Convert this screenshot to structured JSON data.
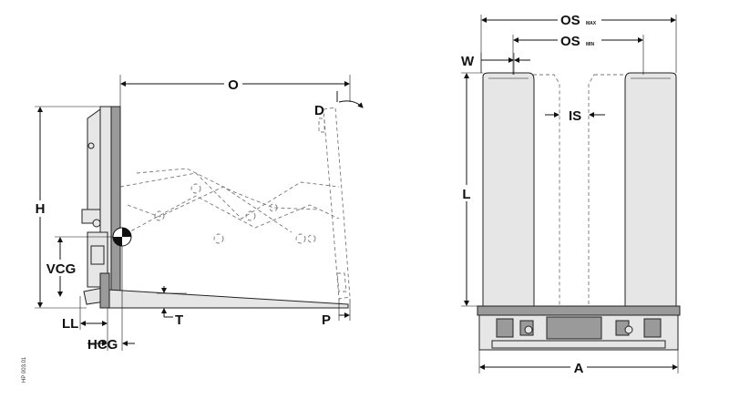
{
  "labels": {
    "O": "O",
    "D": "D",
    "H": "H",
    "VCG": "VCG",
    "LL": "LL",
    "HCG": "HCG",
    "T": "T",
    "P": "P",
    "OS_max": "OS",
    "OS_max_sub": "MAX",
    "OS_min": "OS",
    "OS_min_sub": "MIN",
    "W": "W",
    "IS": "IS",
    "L": "L",
    "A": "A"
  },
  "drawing_code": "HP 003.01"
}
